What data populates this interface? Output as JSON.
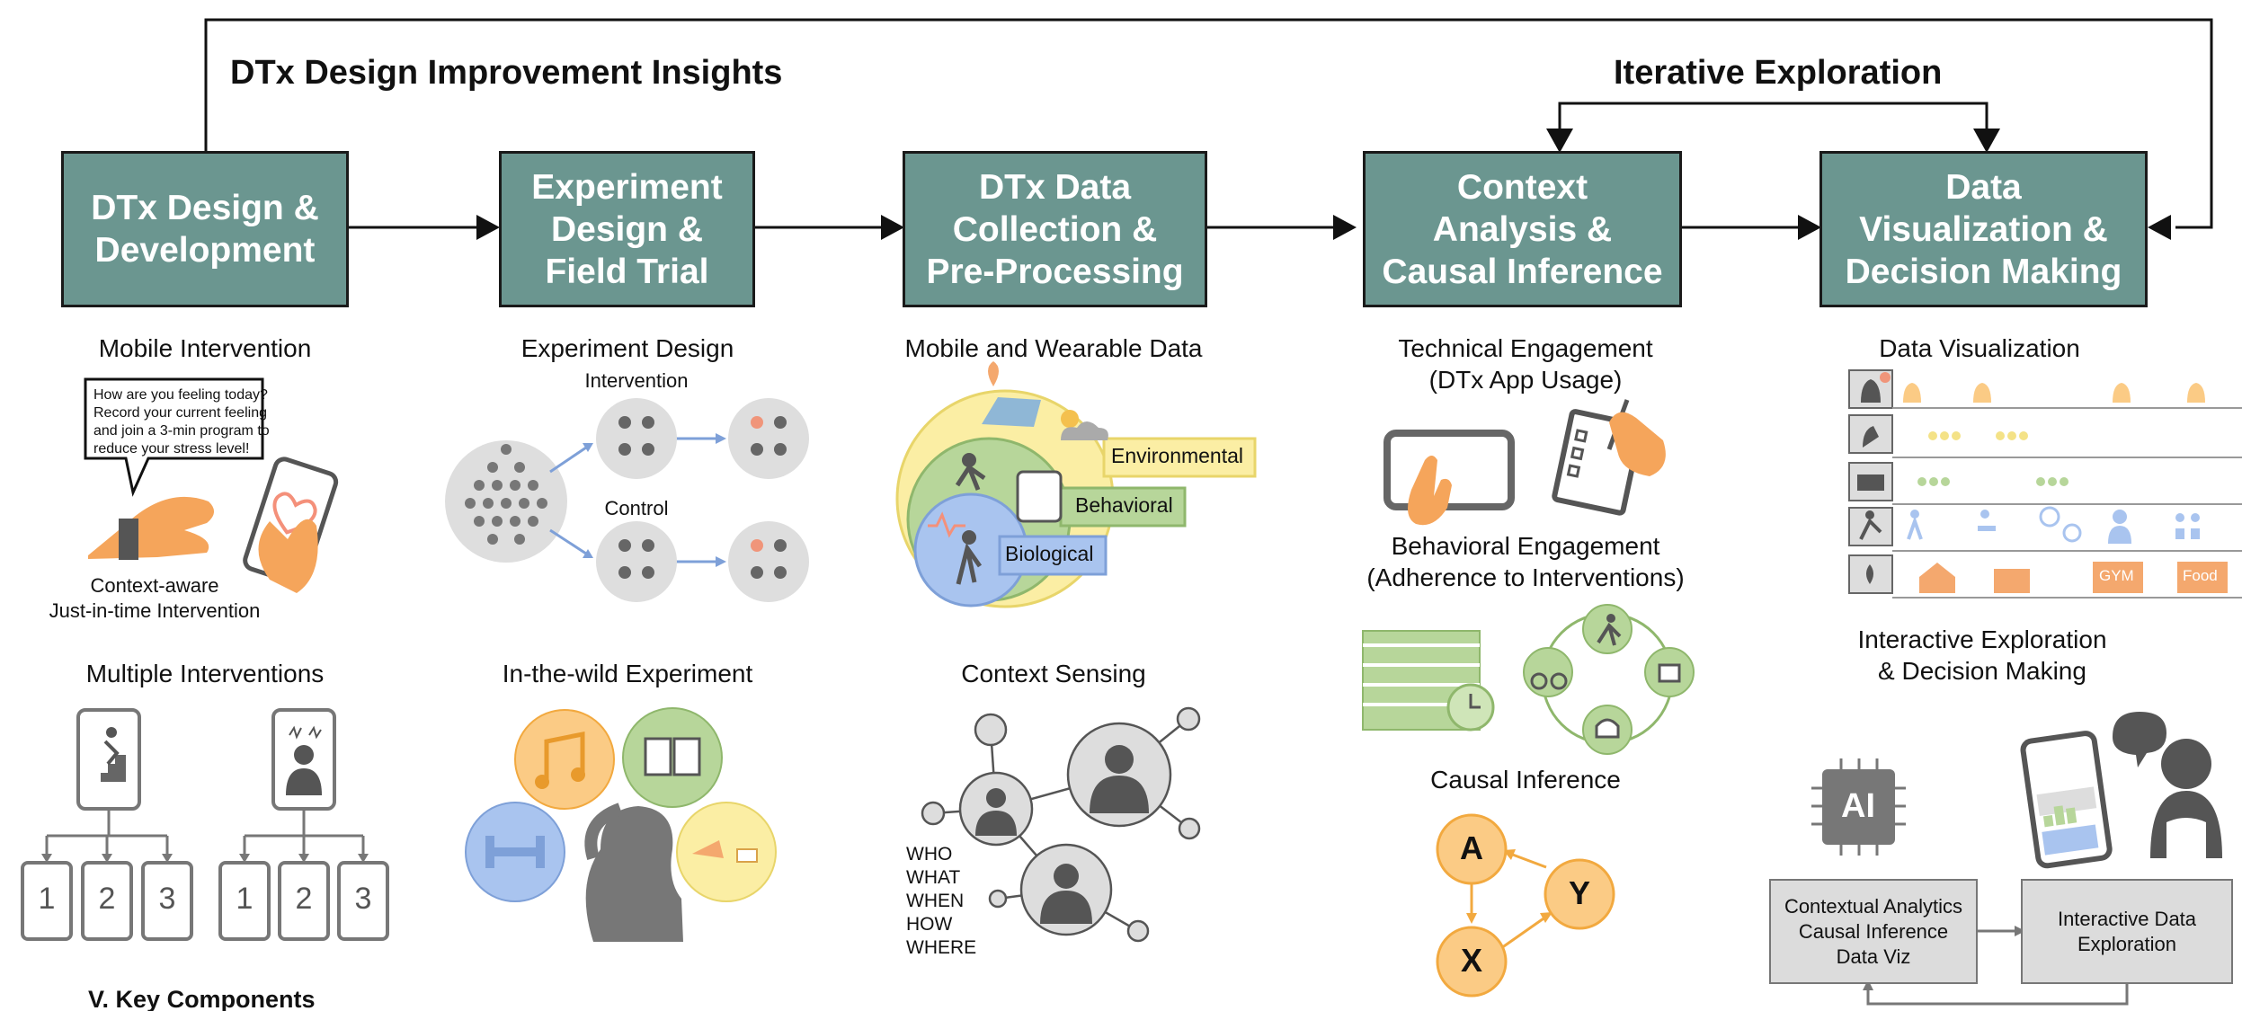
{
  "headings": {
    "insights": "DTx Design Improvement Insights",
    "iterative": "Iterative Exploration"
  },
  "stages": [
    "DTx Design &\nDevelopment",
    "Experiment\nDesign &\nField Trial",
    "DTx Data\nCollection &\nPre-Processing",
    "Context\nAnalysis &\nCausal Inference",
    "Data\nVisualization &\nDecision Making"
  ],
  "col1": {
    "mobile_intervention": "Mobile Intervention",
    "bubble": "How are you feeling today?\nRecord your current feeling\nand join a 3-min program to\nreduce your stress level!",
    "jit": "Context-aware\nJust-in-time Intervention",
    "multiple": "Multiple Interventions",
    "numbers": [
      "1",
      "2",
      "3"
    ]
  },
  "col2": {
    "experiment_design": "Experiment Design",
    "intervention": "Intervention",
    "control": "Control",
    "wild": "In-the-wild Experiment"
  },
  "col3": {
    "mobile_wearable": "Mobile and Wearable Data",
    "environmental": "Environmental",
    "behavioral": "Behavioral",
    "biological": "Biological",
    "context_sensing": "Context Sensing",
    "w_words": "WHO\nWHAT\nWHEN\nHOW\nWHERE"
  },
  "col4": {
    "technical": "Technical Engagement\n(DTx App Usage)",
    "behavioral_engagement": "Behavioral Engagement\n(Adherence to Interventions)",
    "causal": "Causal Inference",
    "nodes": [
      "A",
      "Y",
      "X"
    ]
  },
  "col5": {
    "data_viz": "Data Visualization",
    "gym": "GYM",
    "food": "Food",
    "interactive": "Interactive Exploration\n& Decision Making",
    "ai": "AI",
    "box_left": "Contextual Analytics\nCausal Inference\nData Viz",
    "box_right": "Interactive Data\nExploration"
  },
  "caption": "V. Key Components",
  "colors": {
    "stage_fill": "#6b9690",
    "orange": "#f7b24d",
    "green": "#b7d69a",
    "blue": "#a9c4ef",
    "yellow": "#fbeea4"
  }
}
